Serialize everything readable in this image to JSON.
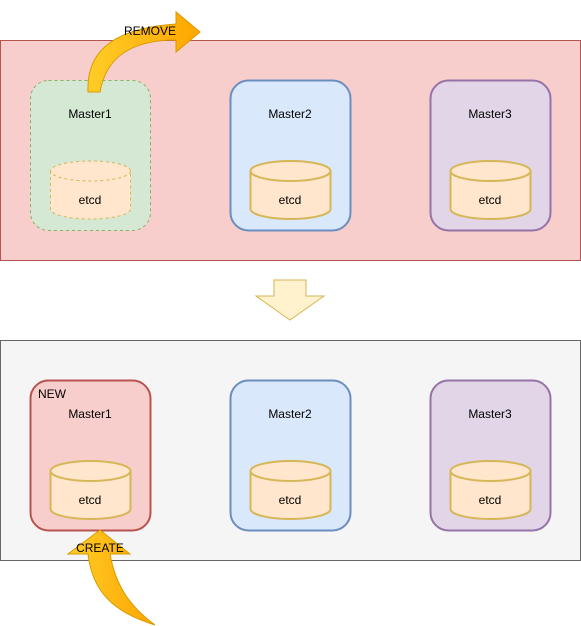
{
  "top_cluster": {
    "annotation": "REMOVE",
    "nodes": [
      {
        "name": "Master1",
        "db": "etcd",
        "state": "removed"
      },
      {
        "name": "Master2",
        "db": "etcd",
        "state": "normal"
      },
      {
        "name": "Master3",
        "db": "etcd",
        "state": "normal"
      }
    ]
  },
  "bottom_cluster": {
    "annotation": "CREATE",
    "new_badge": "NEW",
    "nodes": [
      {
        "name": "Master1",
        "db": "etcd",
        "state": "new"
      },
      {
        "name": "Master2",
        "db": "etcd",
        "state": "normal"
      },
      {
        "name": "Master3",
        "db": "etcd",
        "state": "normal"
      }
    ]
  },
  "colors": {
    "top_panel_fill": "#f8cecc",
    "top_panel_stroke": "#b85450",
    "bottom_panel_fill": "#f5f5f5",
    "bottom_panel_stroke": "#666666",
    "removed_node_fill": "#d5e8d4",
    "removed_node_stroke": "#82b366",
    "new_node_fill": "#f8cecc",
    "new_node_stroke": "#b85450",
    "master2_fill": "#dae8fc",
    "master2_stroke": "#6c8ebf",
    "master3_fill": "#e1d5e7",
    "master3_stroke": "#9673a6",
    "cylinder_fill": "#ffe6cc",
    "cylinder_stroke": "#d6b656",
    "arrow_fill": "#ffcd28",
    "arrow_stroke": "#d79b00",
    "down_arrow_fill": "#fff2cc",
    "down_arrow_stroke": "#d6b656"
  }
}
